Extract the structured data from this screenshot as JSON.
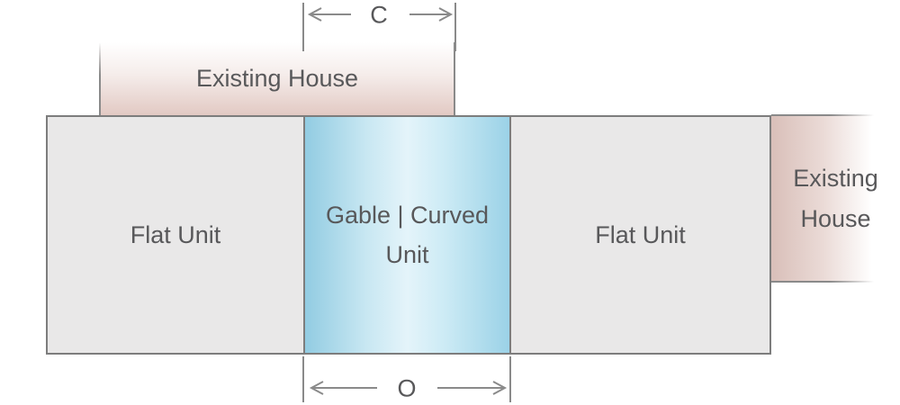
{
  "diagram": {
    "top_house": {
      "label": "Existing House"
    },
    "right_house": {
      "line1": "Existing",
      "line2": "House"
    },
    "units": {
      "flat_left": "Flat Unit",
      "gable_line1": "Gable | Curved",
      "gable_line2": "Unit",
      "flat_right": "Flat Unit"
    },
    "dimensions": {
      "top": "C",
      "bottom": "O"
    },
    "colors": {
      "text": "#58585a",
      "border": "#7d7d7d",
      "dim": "#8a8a8a",
      "flat_fill": "#e9e8e8",
      "gable_edge_left": "#92cce2",
      "gable_center": "#e4f4fa",
      "gable_edge_right": "#9bd2e7",
      "pink_soft": "#e2c9c3",
      "pink_deep": "#d9bfb9"
    }
  }
}
